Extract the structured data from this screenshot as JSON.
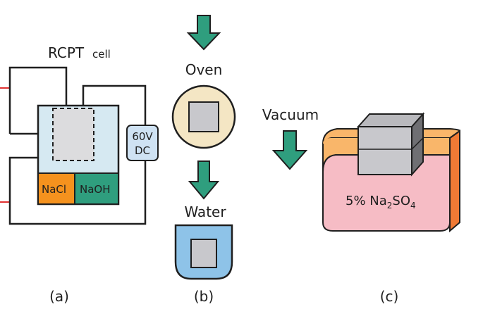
{
  "panel_a": {
    "title_main": "RCPT",
    "title_sub": "cell",
    "left_solution": "NaCl",
    "right_solution": "NaOH",
    "power_voltage": "60V",
    "power_type": "DC",
    "caption": "(a)",
    "colors": {
      "cell_fill": "#d6e9f2",
      "nacl_fill": "#f5921e",
      "naoh_fill": "#2f9e7e",
      "power_fill": "#cfe2f3",
      "probe_color": "#e03030"
    }
  },
  "panel_b": {
    "oven_label": "Oven",
    "water_label": "Water",
    "caption": "(b)",
    "colors": {
      "arrow_fill": "#2f9e7e",
      "oven_fill": "#f4e6c4",
      "water_fill": "#8ec3e8",
      "specimen_fill": "#c8c8cc"
    }
  },
  "panel_c": {
    "vacuum_label": "Vacuum",
    "solution_label_prefix": "5% Na",
    "solution_sub_1": "2",
    "solution_mid": "SO",
    "solution_sub_2": "4",
    "caption": "(c)",
    "colors": {
      "tank_top_fill": "#f9b66a",
      "tank_body_fill": "#f6bcc5",
      "tank_side_fill": "#f07a35",
      "arrow_fill": "#2f9e7e",
      "specimen_fill": "#c8c8cc"
    }
  }
}
